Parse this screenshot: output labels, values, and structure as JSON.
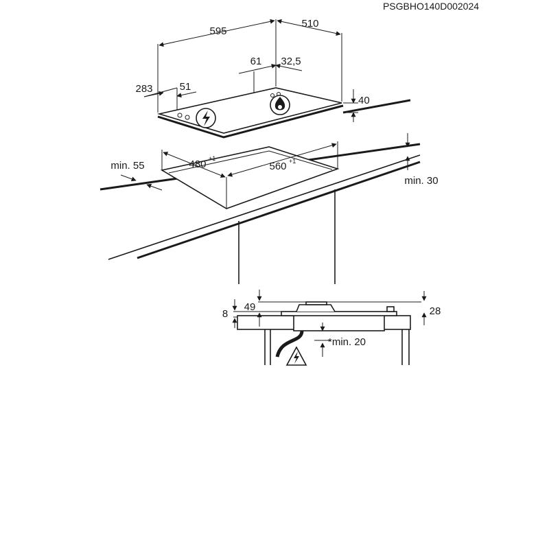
{
  "document_code": "PSGBHO140D002024",
  "hob_dimensions": {
    "width": "595",
    "depth": "510",
    "height": "40",
    "burner_offset_left": "61",
    "burner_offset_right": "32,5",
    "side_offset": "283",
    "front_offset": "51"
  },
  "cutout_dimensions": {
    "depth": "480",
    "depth_tolerance": "+1",
    "width": "560",
    "width_tolerance": "+1",
    "front_clearance": "min. 55",
    "worktop_thickness": "min. 30"
  },
  "section_dimensions": {
    "left_height": "8",
    "left_depth": "49",
    "right_height": "28",
    "bottom_clearance": "*min. 20"
  },
  "colors": {
    "line": "#1a1a1a",
    "background": "#ffffff"
  },
  "icons": [
    "electric-warning-icon",
    "gas-flame-icon"
  ]
}
